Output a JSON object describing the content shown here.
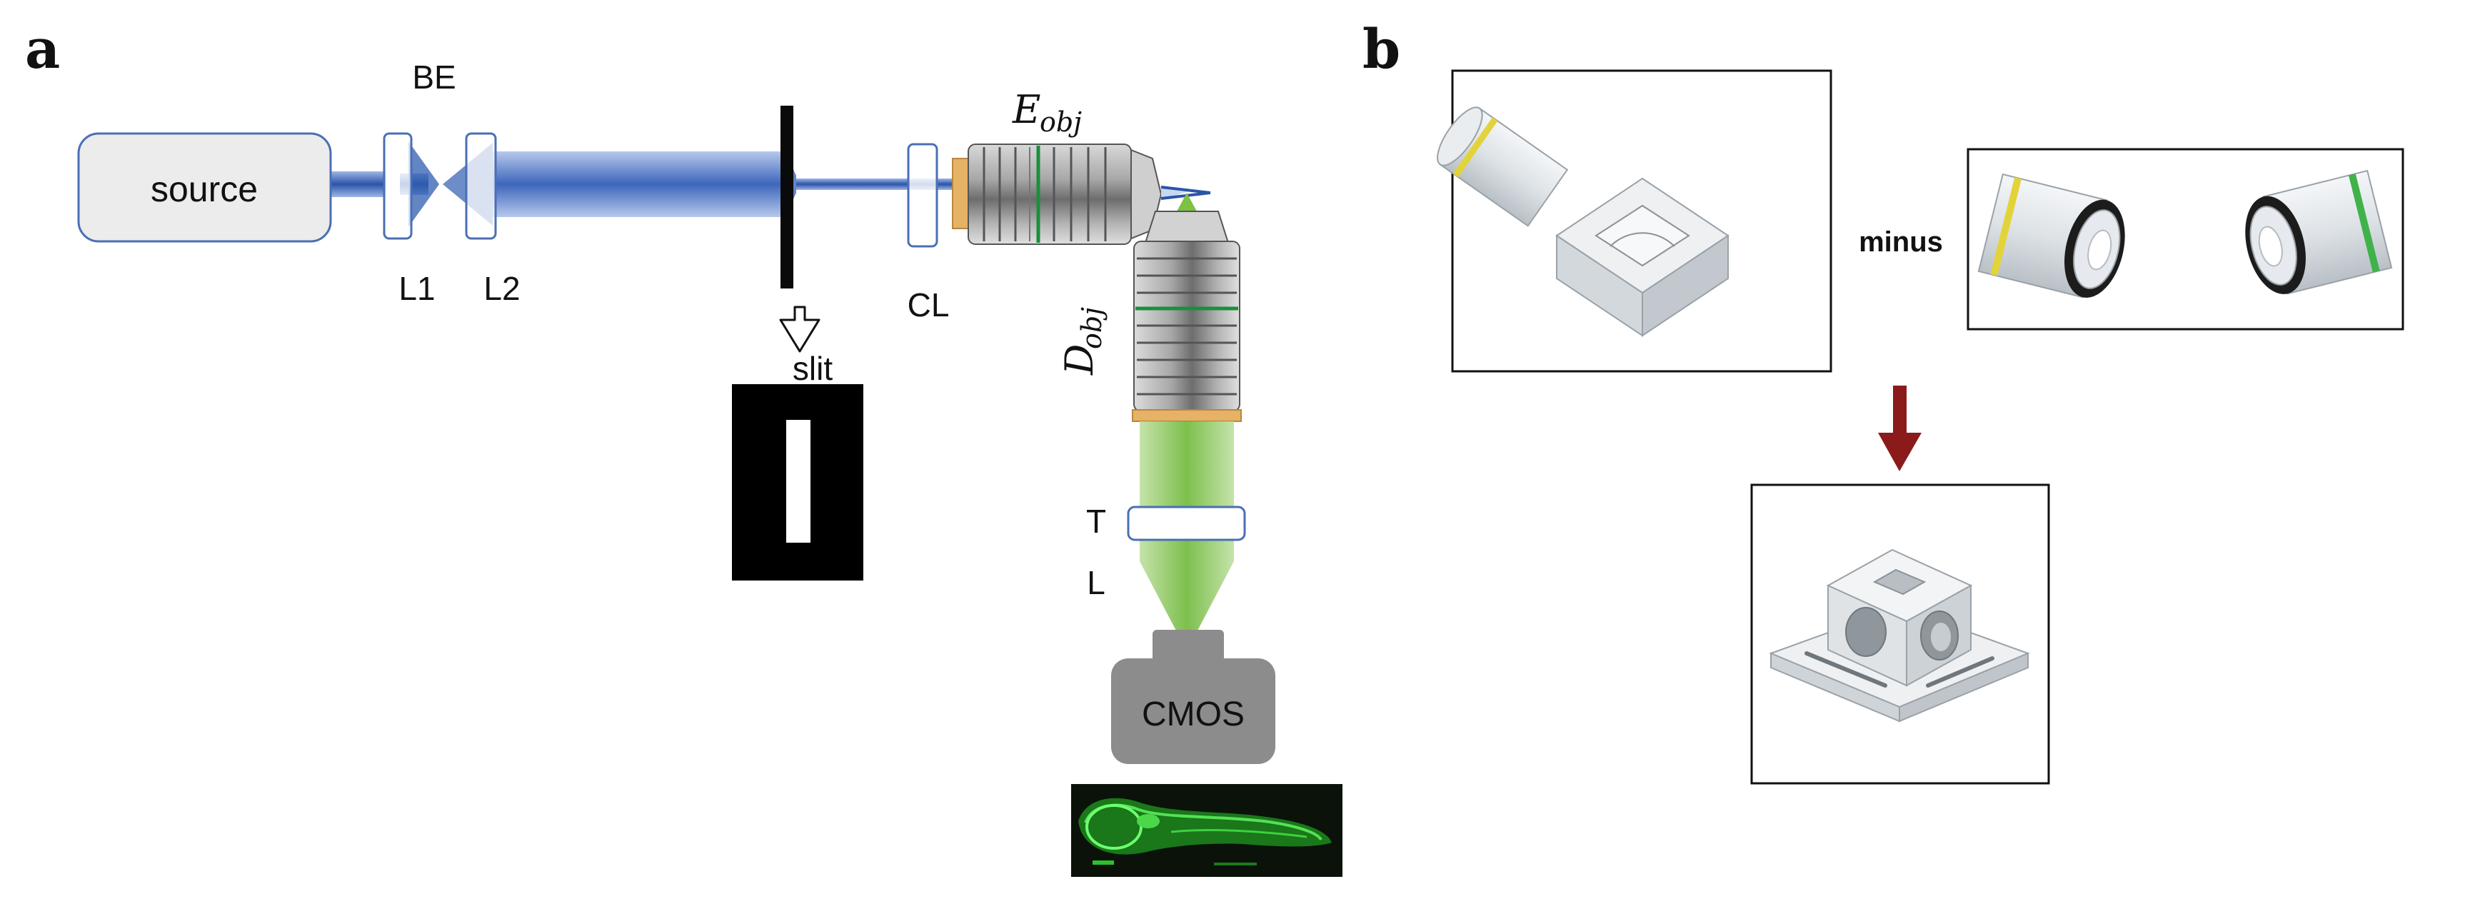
{
  "panel_a": {
    "letter": "a",
    "source_label": "source",
    "be_label": "BE",
    "l1_label": "L1",
    "l2_label": "L2",
    "cl_label": "CL",
    "slit_label": "slit",
    "eobj_main": "E",
    "eobj_sub": "obj",
    "dobj_main": "D",
    "dobj_sub": "obj",
    "tl_top": "T",
    "tl_bottom": "L",
    "cmos_label": "CMOS"
  },
  "panel_b": {
    "letter": "b",
    "minus_label": "minus"
  },
  "colors": {
    "laser_blue": "#3a62b8",
    "emission_green": "#7dc242",
    "component_outline": "#4a6fb5",
    "camera_gray": "#8c8c8c",
    "arrow_red": "#8b1a1a",
    "fluorescence_green": "#2ec12e"
  },
  "icons": {
    "slit_arrow": "hollow-down-arrow-icon",
    "combine_arrow": "red-down-arrow-icon"
  }
}
